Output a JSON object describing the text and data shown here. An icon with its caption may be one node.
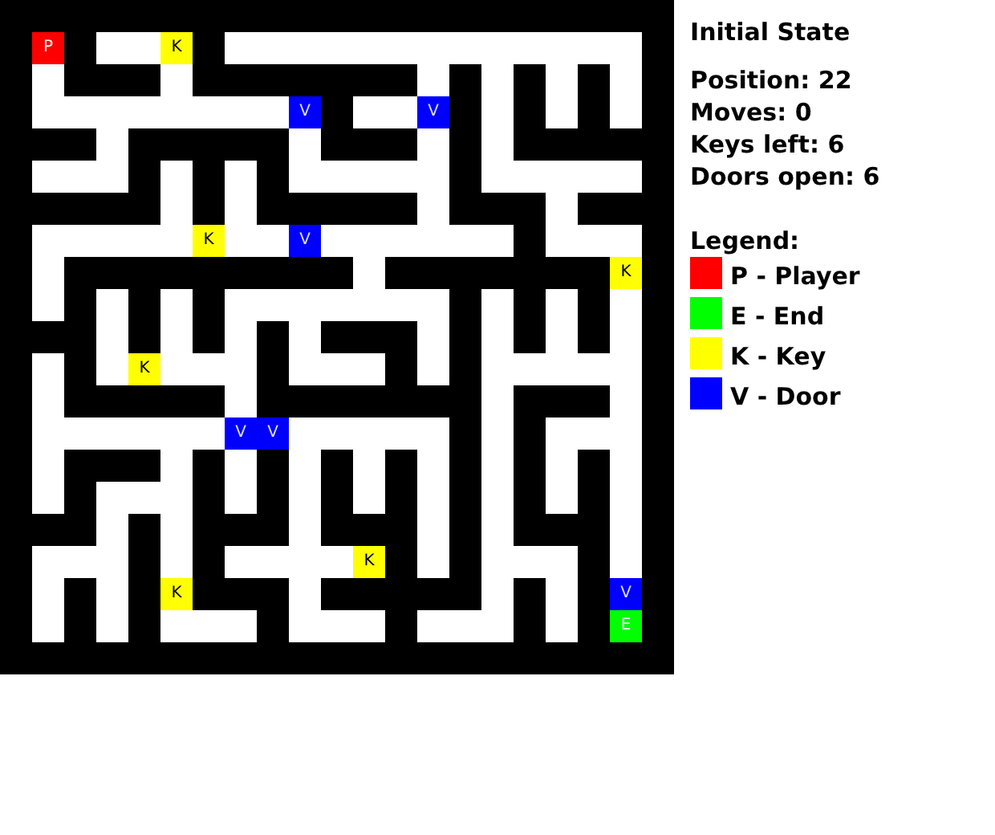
{
  "diagram": {
    "title": "Initial State",
    "labels": [
      "Position: 22",
      "Moves: 0",
      "Keys left: 6",
      "Doors open: 6",
      "Legend:",
      "P",
      "K",
      "V",
      "V",
      "K",
      "V",
      "K",
      "K",
      "V",
      "V",
      "K",
      "K",
      "V",
      "E"
    ],
    "legend": [
      {
        "text": "P - Player",
        "color": "#ff0000"
      },
      {
        "text": "E - End",
        "color": "#00ff00"
      },
      {
        "text": "K - Key",
        "color": "#ffff00"
      },
      {
        "text": "V - Door",
        "color": "#0000ff"
      }
    ]
  }
}
